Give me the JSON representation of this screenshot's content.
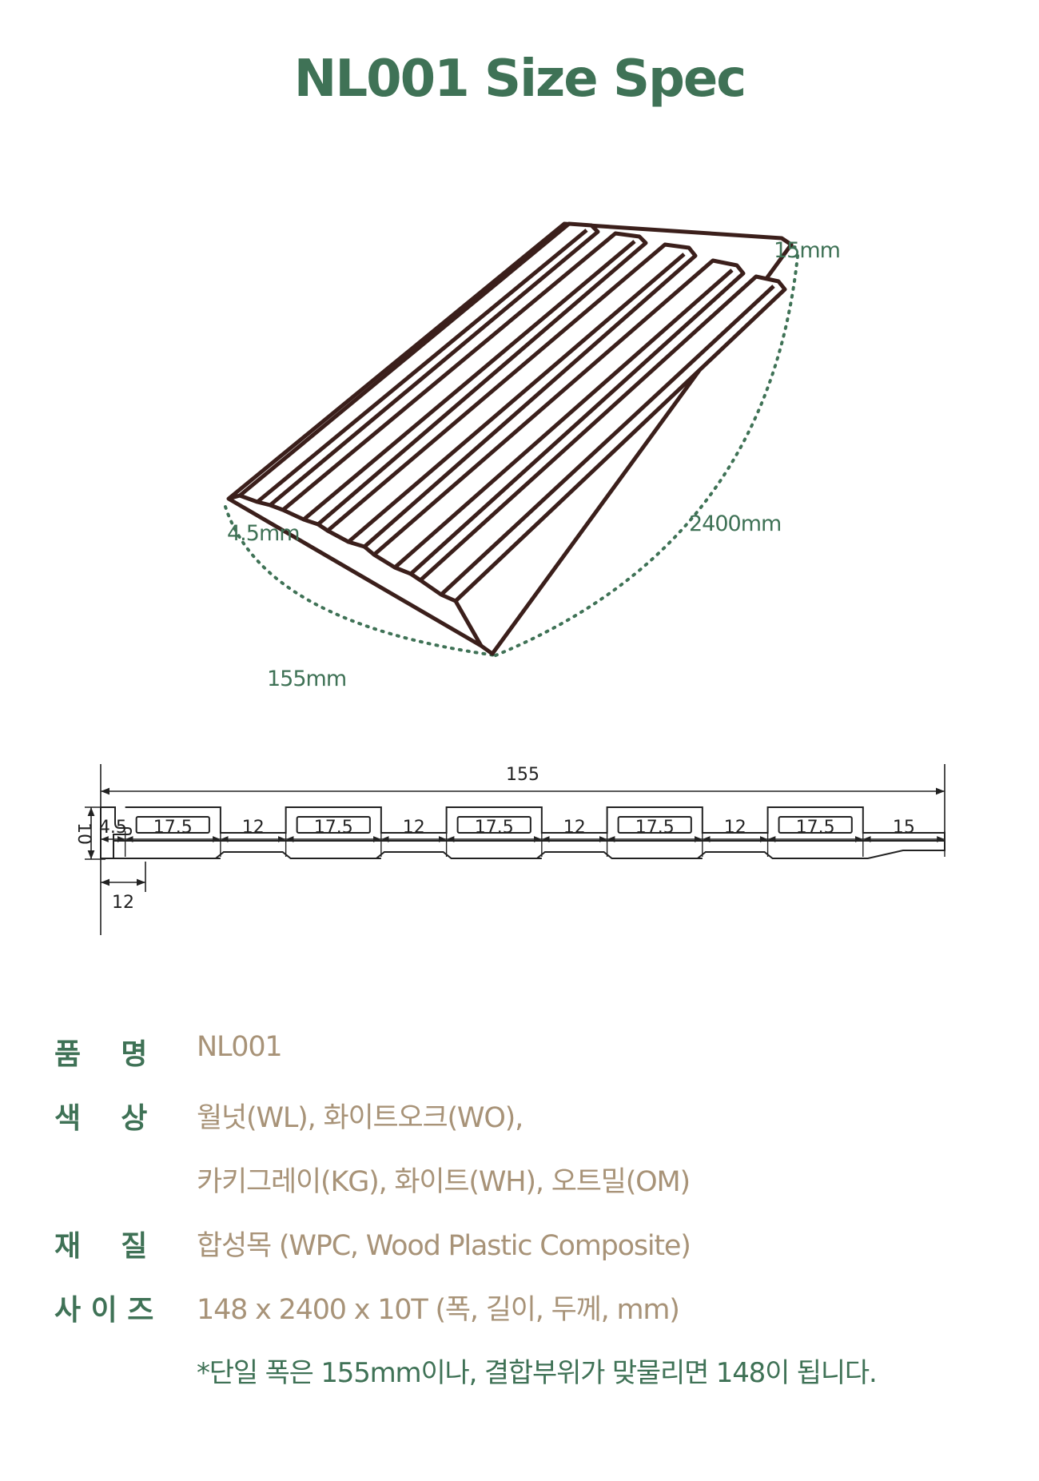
{
  "title": "NL001 Size Spec",
  "colors": {
    "accent_green": "#3f7256",
    "value_tan": "#a89378",
    "panel_outline": "#3b1f1b",
    "dotted_guides": "#3f7256"
  },
  "isometric": {
    "labels": {
      "thickness": "15mm",
      "length": "2400mm",
      "edge": "4.5mm",
      "width": "155mm"
    }
  },
  "cross_section": {
    "total_width_label": "155",
    "segment_labels": [
      "4.5",
      "17.5",
      "12",
      "17.5",
      "12",
      "17.5",
      "12",
      "17.5",
      "12",
      "17.5",
      "15"
    ],
    "height_label": "10",
    "tongue_label": "12"
  },
  "specs": [
    {
      "label": "품    명",
      "value": "NL001"
    },
    {
      "label": "색    상",
      "value": "월넛(WL), 화이트오크(WO),"
    },
    {
      "label": "",
      "value": "카키그레이(KG), 화이트(WH), 오트밀(OM)"
    },
    {
      "label": "재    질",
      "value": "합성목 (WPC, Wood Plastic Composite)"
    },
    {
      "label": "사 이 즈",
      "value": "148 x 2400 x 10T (폭, 길이, 두께, mm)"
    }
  ],
  "note": "*단일 폭은 155mm이나, 결합부위가 맞물리면 148이 됩니다."
}
